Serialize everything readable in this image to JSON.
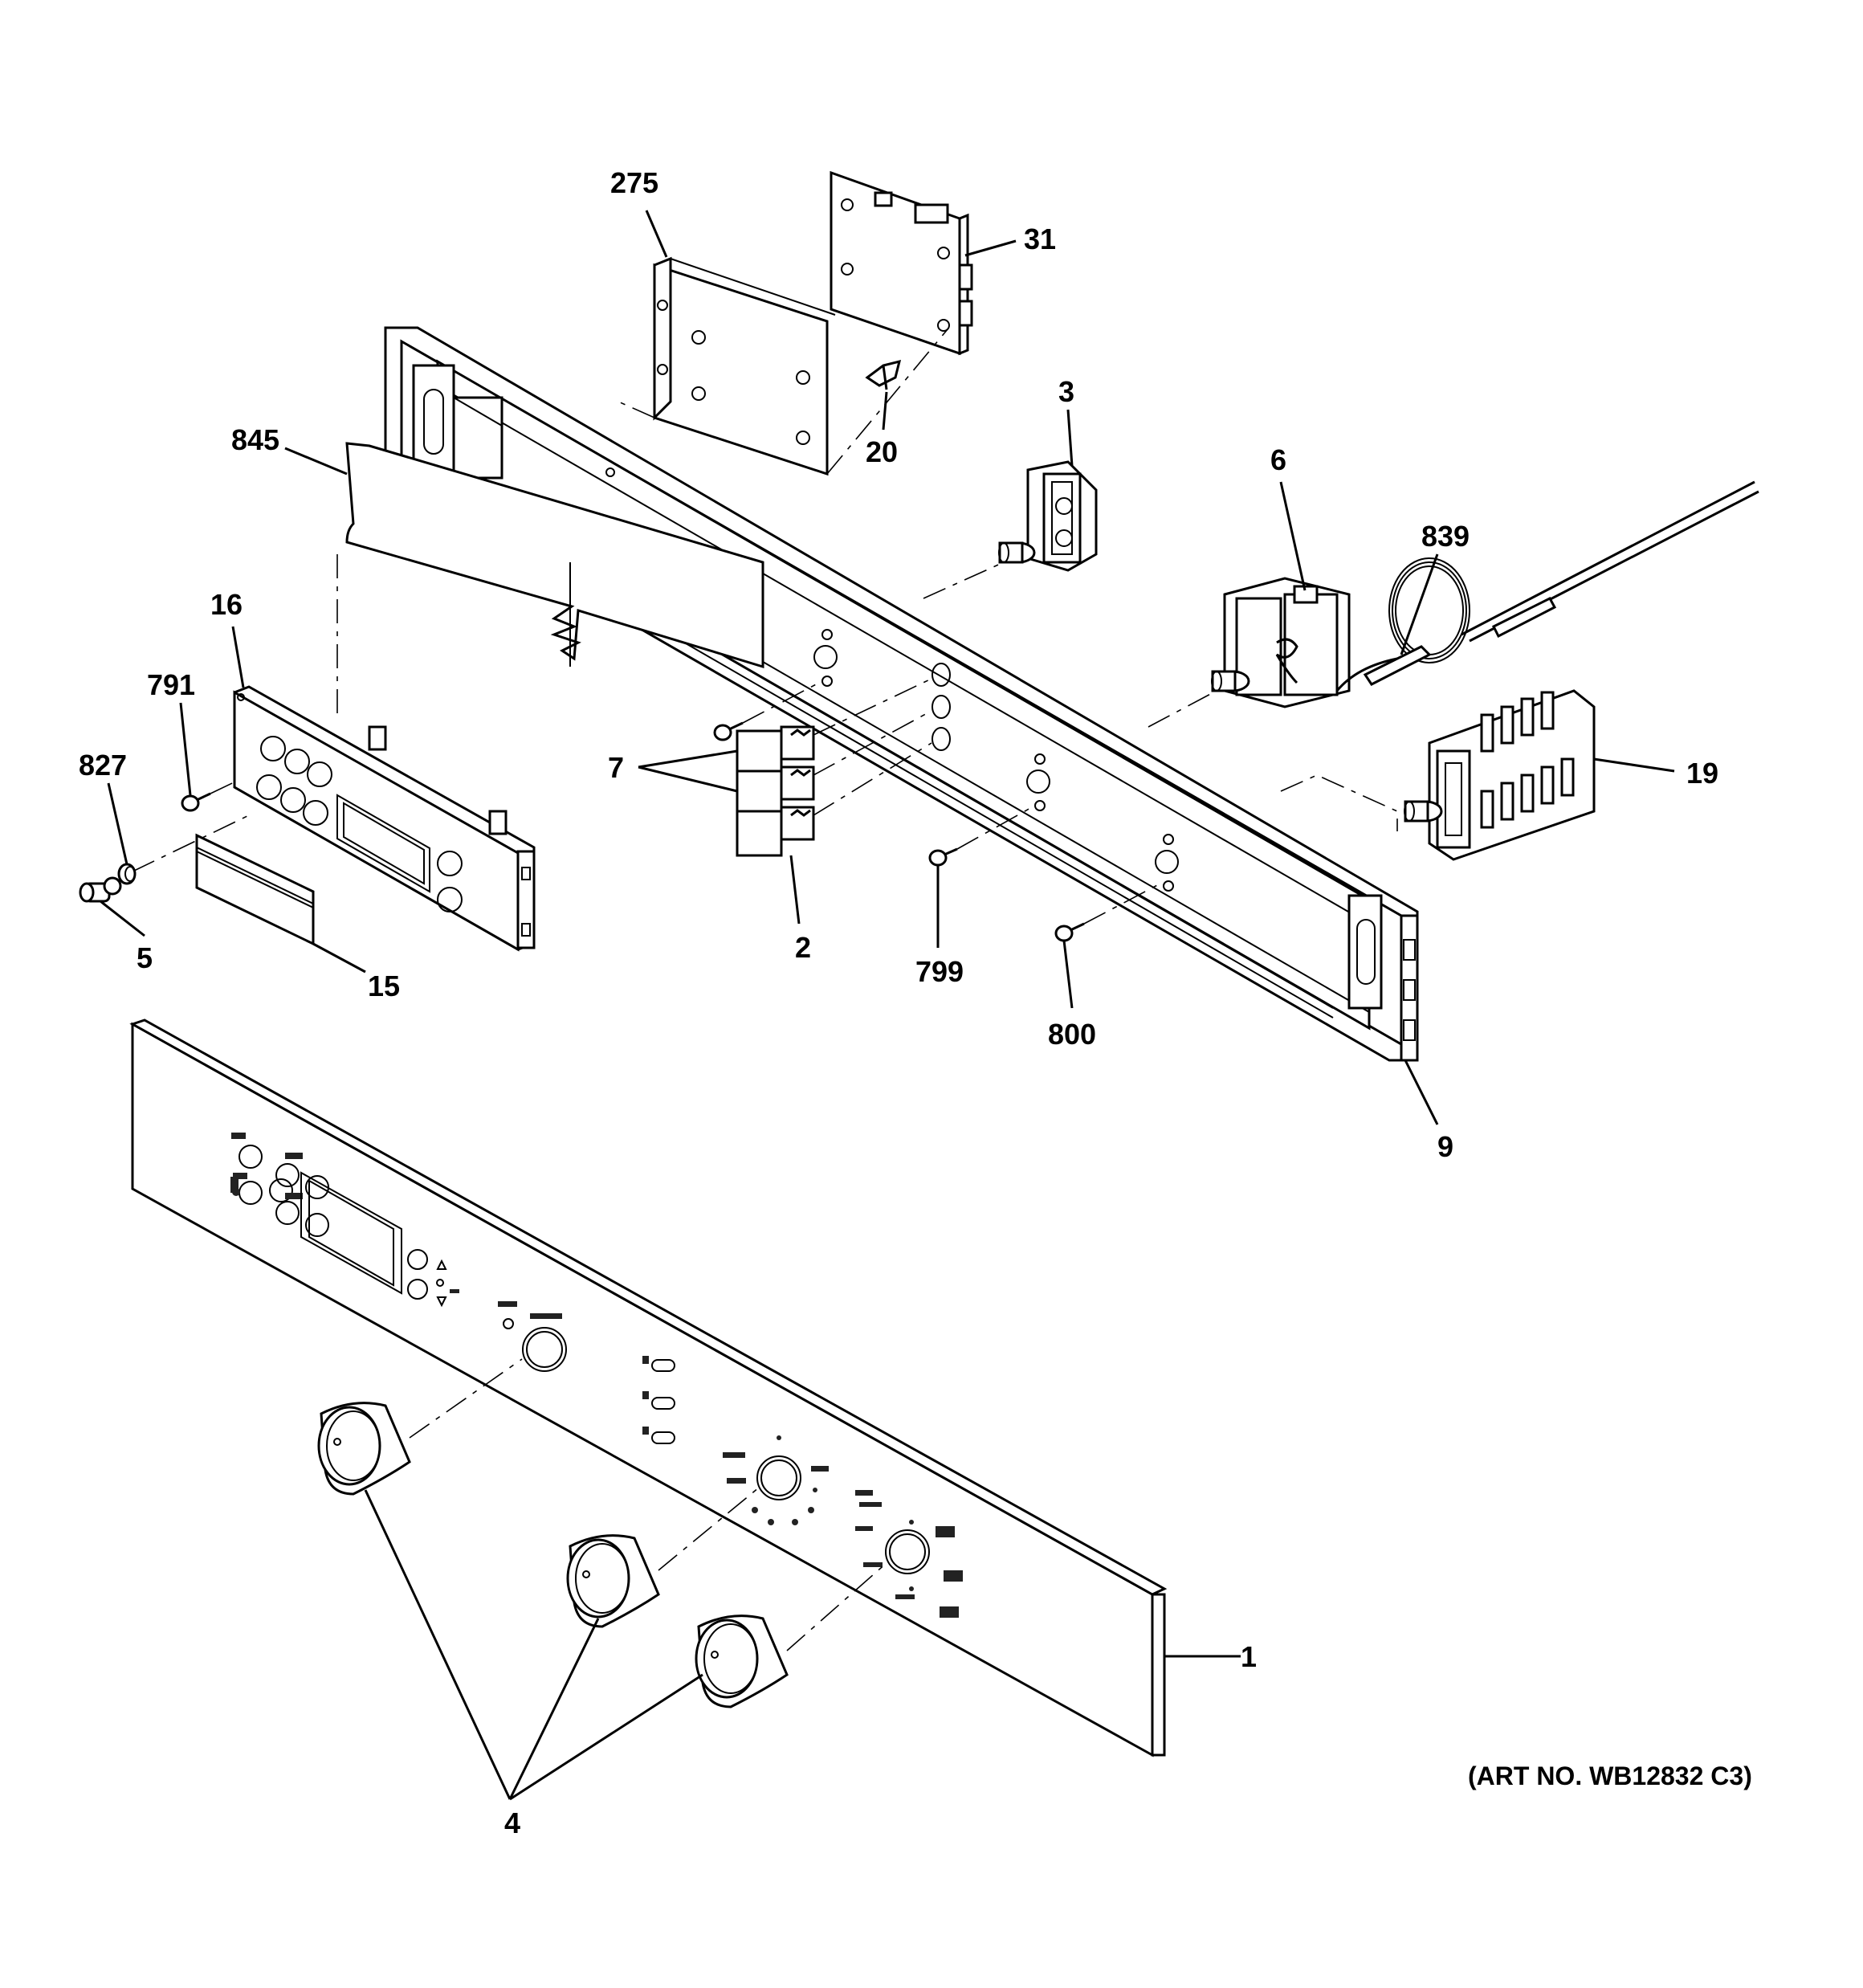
{
  "diagram": {
    "art_number": "(ART NO. WB12832 C3)",
    "callouts": [
      {
        "id": "c275",
        "text": "275"
      },
      {
        "id": "c31",
        "text": "31"
      },
      {
        "id": "c3",
        "text": "3"
      },
      {
        "id": "c20",
        "text": "20"
      },
      {
        "id": "c845",
        "text": "845"
      },
      {
        "id": "c6",
        "text": "6"
      },
      {
        "id": "c839",
        "text": "839"
      },
      {
        "id": "c16",
        "text": "16"
      },
      {
        "id": "c791",
        "text": "791"
      },
      {
        "id": "c827",
        "text": "827"
      },
      {
        "id": "c7",
        "text": "7"
      },
      {
        "id": "c19",
        "text": "19"
      },
      {
        "id": "c5",
        "text": "5"
      },
      {
        "id": "c2",
        "text": "2"
      },
      {
        "id": "c799",
        "text": "799"
      },
      {
        "id": "c15",
        "text": "15"
      },
      {
        "id": "c800",
        "text": "800"
      },
      {
        "id": "c9",
        "text": "9"
      },
      {
        "id": "c1",
        "text": "1"
      },
      {
        "id": "c4",
        "text": "4"
      }
    ]
  }
}
